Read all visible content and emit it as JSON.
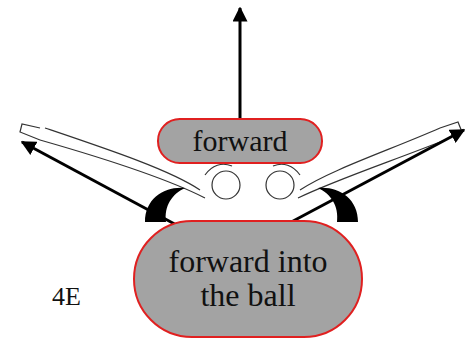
{
  "diagram": {
    "nodes": [
      {
        "text": [
          "forward"
        ]
      },
      {
        "text": [
          "forward into the ball"
        ]
      }
    ],
    "labels": [
      "4E"
    ]
  }
}
